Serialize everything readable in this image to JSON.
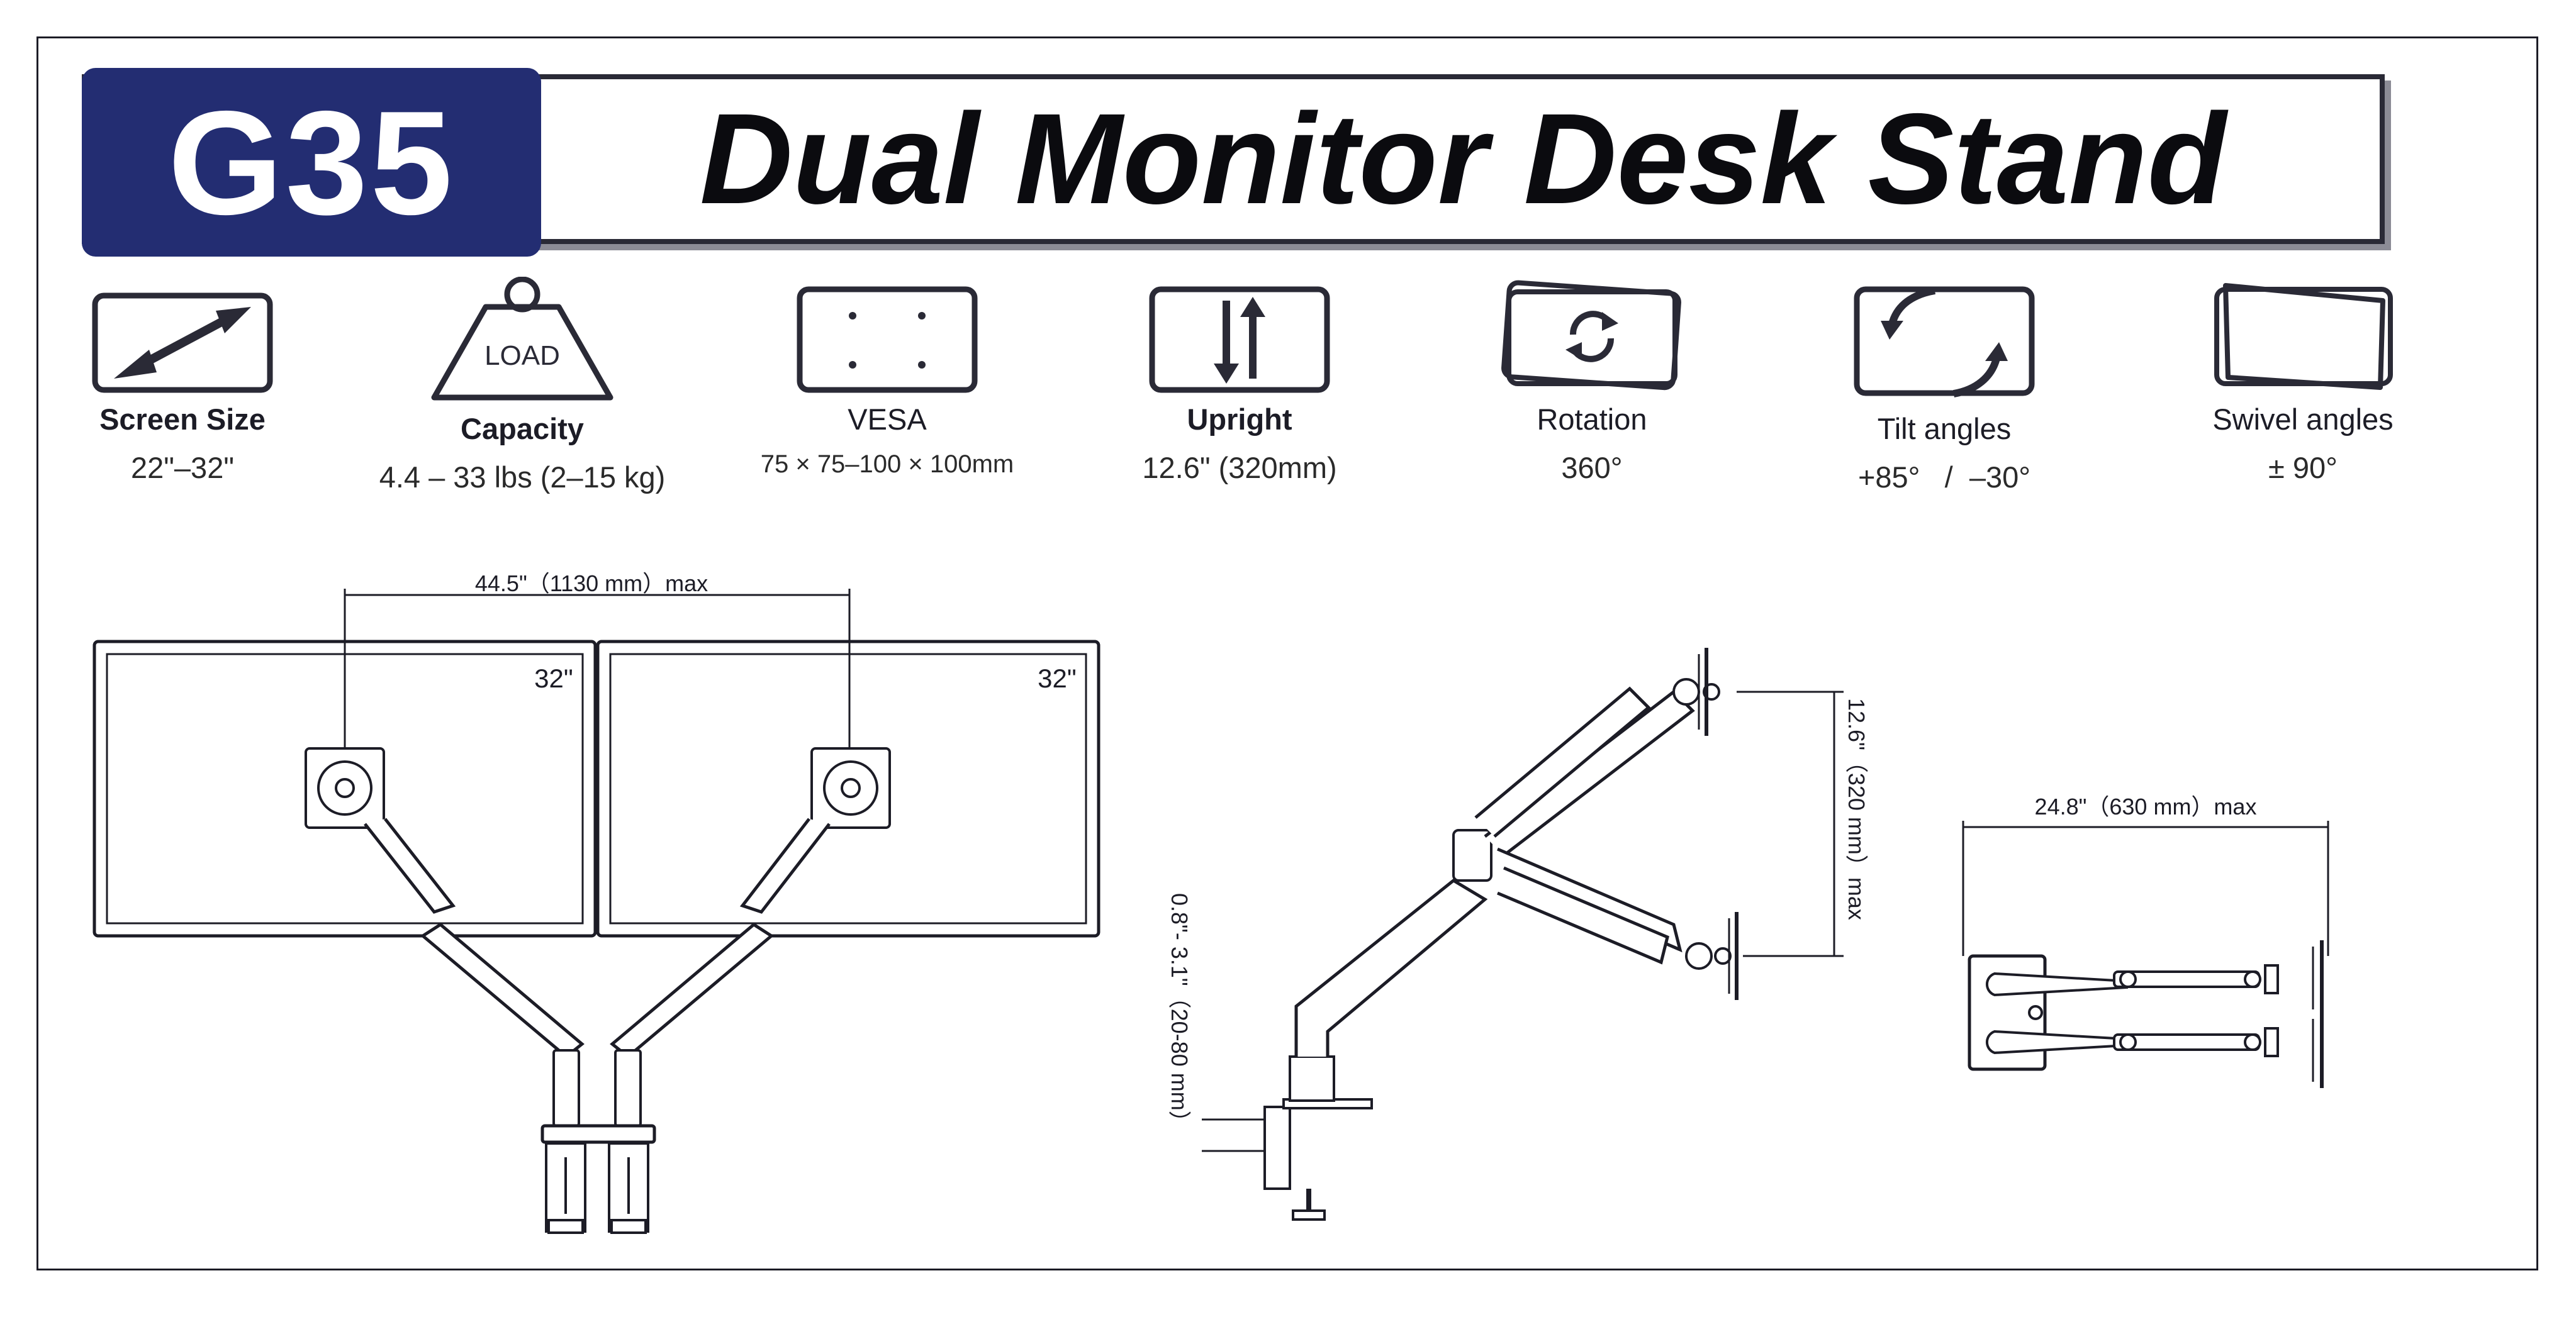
{
  "header": {
    "model": "G35",
    "title": "Dual Monitor Desk Stand"
  },
  "specs": [
    {
      "icon": "diagonal-arrow-icon",
      "label": "Screen Size",
      "value": "22\"–32\""
    },
    {
      "icon": "load-weight-icon",
      "label": "Capacity",
      "value": "4.4 – 33 lbs (2–15 kg)",
      "icon_text": "LOAD"
    },
    {
      "icon": "vesa-pattern-icon",
      "label": "VESA",
      "value": "75 × 75–100 × 100mm"
    },
    {
      "icon": "up-down-arrows-icon",
      "label": "Upright",
      "value": "12.6\" (320mm)"
    },
    {
      "icon": "rotation-icon",
      "label": "Rotation",
      "value": "360°"
    },
    {
      "icon": "tilt-icon",
      "label": "Tilt angles",
      "value": "+85°   /  –30°"
    },
    {
      "icon": "swivel-icon",
      "label": "Swivel angles",
      "value": "± 90°"
    }
  ],
  "front_view": {
    "span_dimension": "44.5\"（1130 mm）max",
    "monitor_left_size": "32\"",
    "monitor_right_size": "32\""
  },
  "side_view": {
    "height_dimension": "12.6\"（320 mm）max",
    "clamp_dimension": "0.8\"- 3.1\"（20-80 mm）"
  },
  "top_view": {
    "depth_dimension": "24.8\"（630 mm）max"
  },
  "colors": {
    "brand_navy": "#232d72",
    "line": "#1c1c26",
    "shadow": "#8c8c96"
  }
}
